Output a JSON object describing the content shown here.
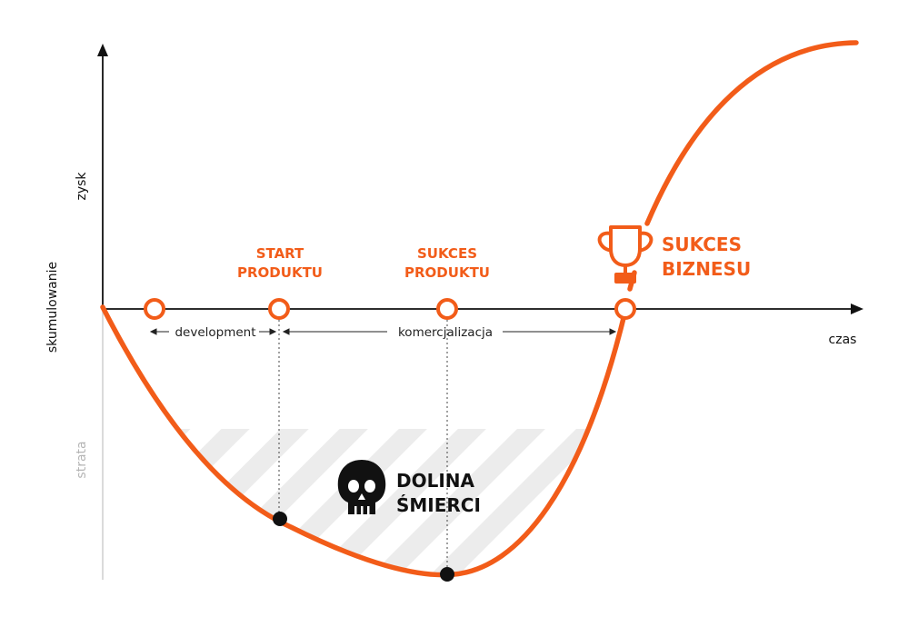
{
  "colors": {
    "accent": "#f25c19",
    "axis": "#111111",
    "muted": "#b5b5b5",
    "hatch": "#ececec"
  },
  "axes": {
    "x_label": "czas",
    "y_label": "skumulowanie",
    "y_positive": "zysk",
    "y_negative": "strata"
  },
  "milestones": {
    "start": {
      "line1": "START",
      "line2": "PRODUKTU"
    },
    "product_success": {
      "line1": "SUKCES",
      "line2": "PRODUKTU"
    },
    "business_success": {
      "line1": "SUKCES",
      "line2": "BIZNESU",
      "icon": "trophy-icon"
    }
  },
  "phases": {
    "development": "development",
    "commercialization": "komercjalizacja"
  },
  "valley": {
    "line1": "DOLINA",
    "line2": "ŚMIERCI",
    "icon": "skull-icon"
  }
}
